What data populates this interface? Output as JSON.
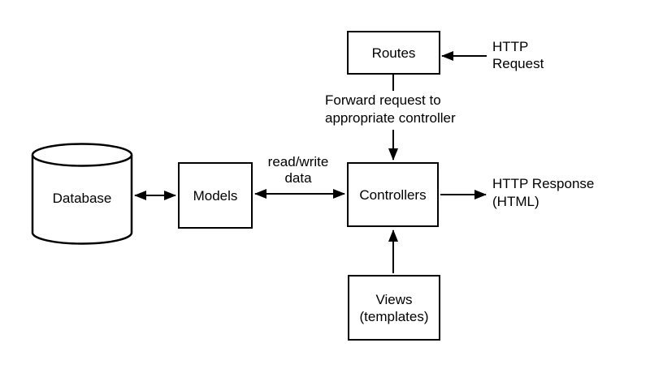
{
  "diagram": {
    "nodes": {
      "routes": {
        "label": "Routes"
      },
      "database": {
        "label": "Database",
        "shape": "cylinder"
      },
      "models": {
        "label": "Models"
      },
      "controllers": {
        "label": "Controllers"
      },
      "views": {
        "label_line1": "Views",
        "label_line2": "(templates)"
      }
    },
    "labels": {
      "http_request": {
        "line1": "HTTP",
        "line2": "Request"
      },
      "forward": {
        "line1": "Forward request to",
        "line2": "appropriate controller"
      },
      "read_write": {
        "line1": "read/write",
        "line2": "data"
      },
      "http_response": {
        "line1": "HTTP Response",
        "line2": "(HTML)"
      }
    },
    "edges": [
      {
        "from": "http-request-label",
        "to": "routes",
        "direction": "one-way"
      },
      {
        "from": "routes",
        "to": "controllers",
        "direction": "one-way",
        "label": "Forward request to appropriate controller"
      },
      {
        "from": "database",
        "to": "models",
        "direction": "two-way"
      },
      {
        "from": "models",
        "to": "controllers",
        "direction": "two-way",
        "label": "read/write data"
      },
      {
        "from": "controllers",
        "to": "http-response-label",
        "direction": "one-way"
      },
      {
        "from": "views",
        "to": "controllers",
        "direction": "one-way"
      }
    ],
    "colors": {
      "line": "#000000",
      "fill": "#ffffff",
      "text": "#000000"
    }
  }
}
